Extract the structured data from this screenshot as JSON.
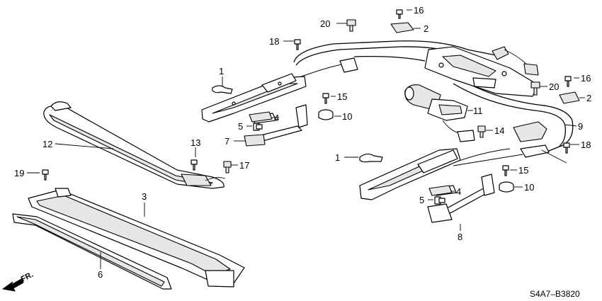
{
  "callouts": {
    "c1a": "1",
    "c1b": "1",
    "c2a": "2",
    "c2b": "2",
    "c3": "3",
    "c4a": "4",
    "c4b": "4",
    "c5a": "5",
    "c5b": "5",
    "c6": "6",
    "c7": "7",
    "c8": "8",
    "c9": "9",
    "c10a": "10",
    "c10b": "10",
    "c11": "11",
    "c12": "12",
    "c13": "13",
    "c14": "14",
    "c15a": "15",
    "c15b": "15",
    "c16a": "16",
    "c16b": "16",
    "c17": "17",
    "c18a": "18",
    "c18b": "18",
    "c19": "19",
    "c20a": "20",
    "c20b": "20"
  },
  "direction_label": "FR.",
  "reference_code": "S4A7–B3820"
}
